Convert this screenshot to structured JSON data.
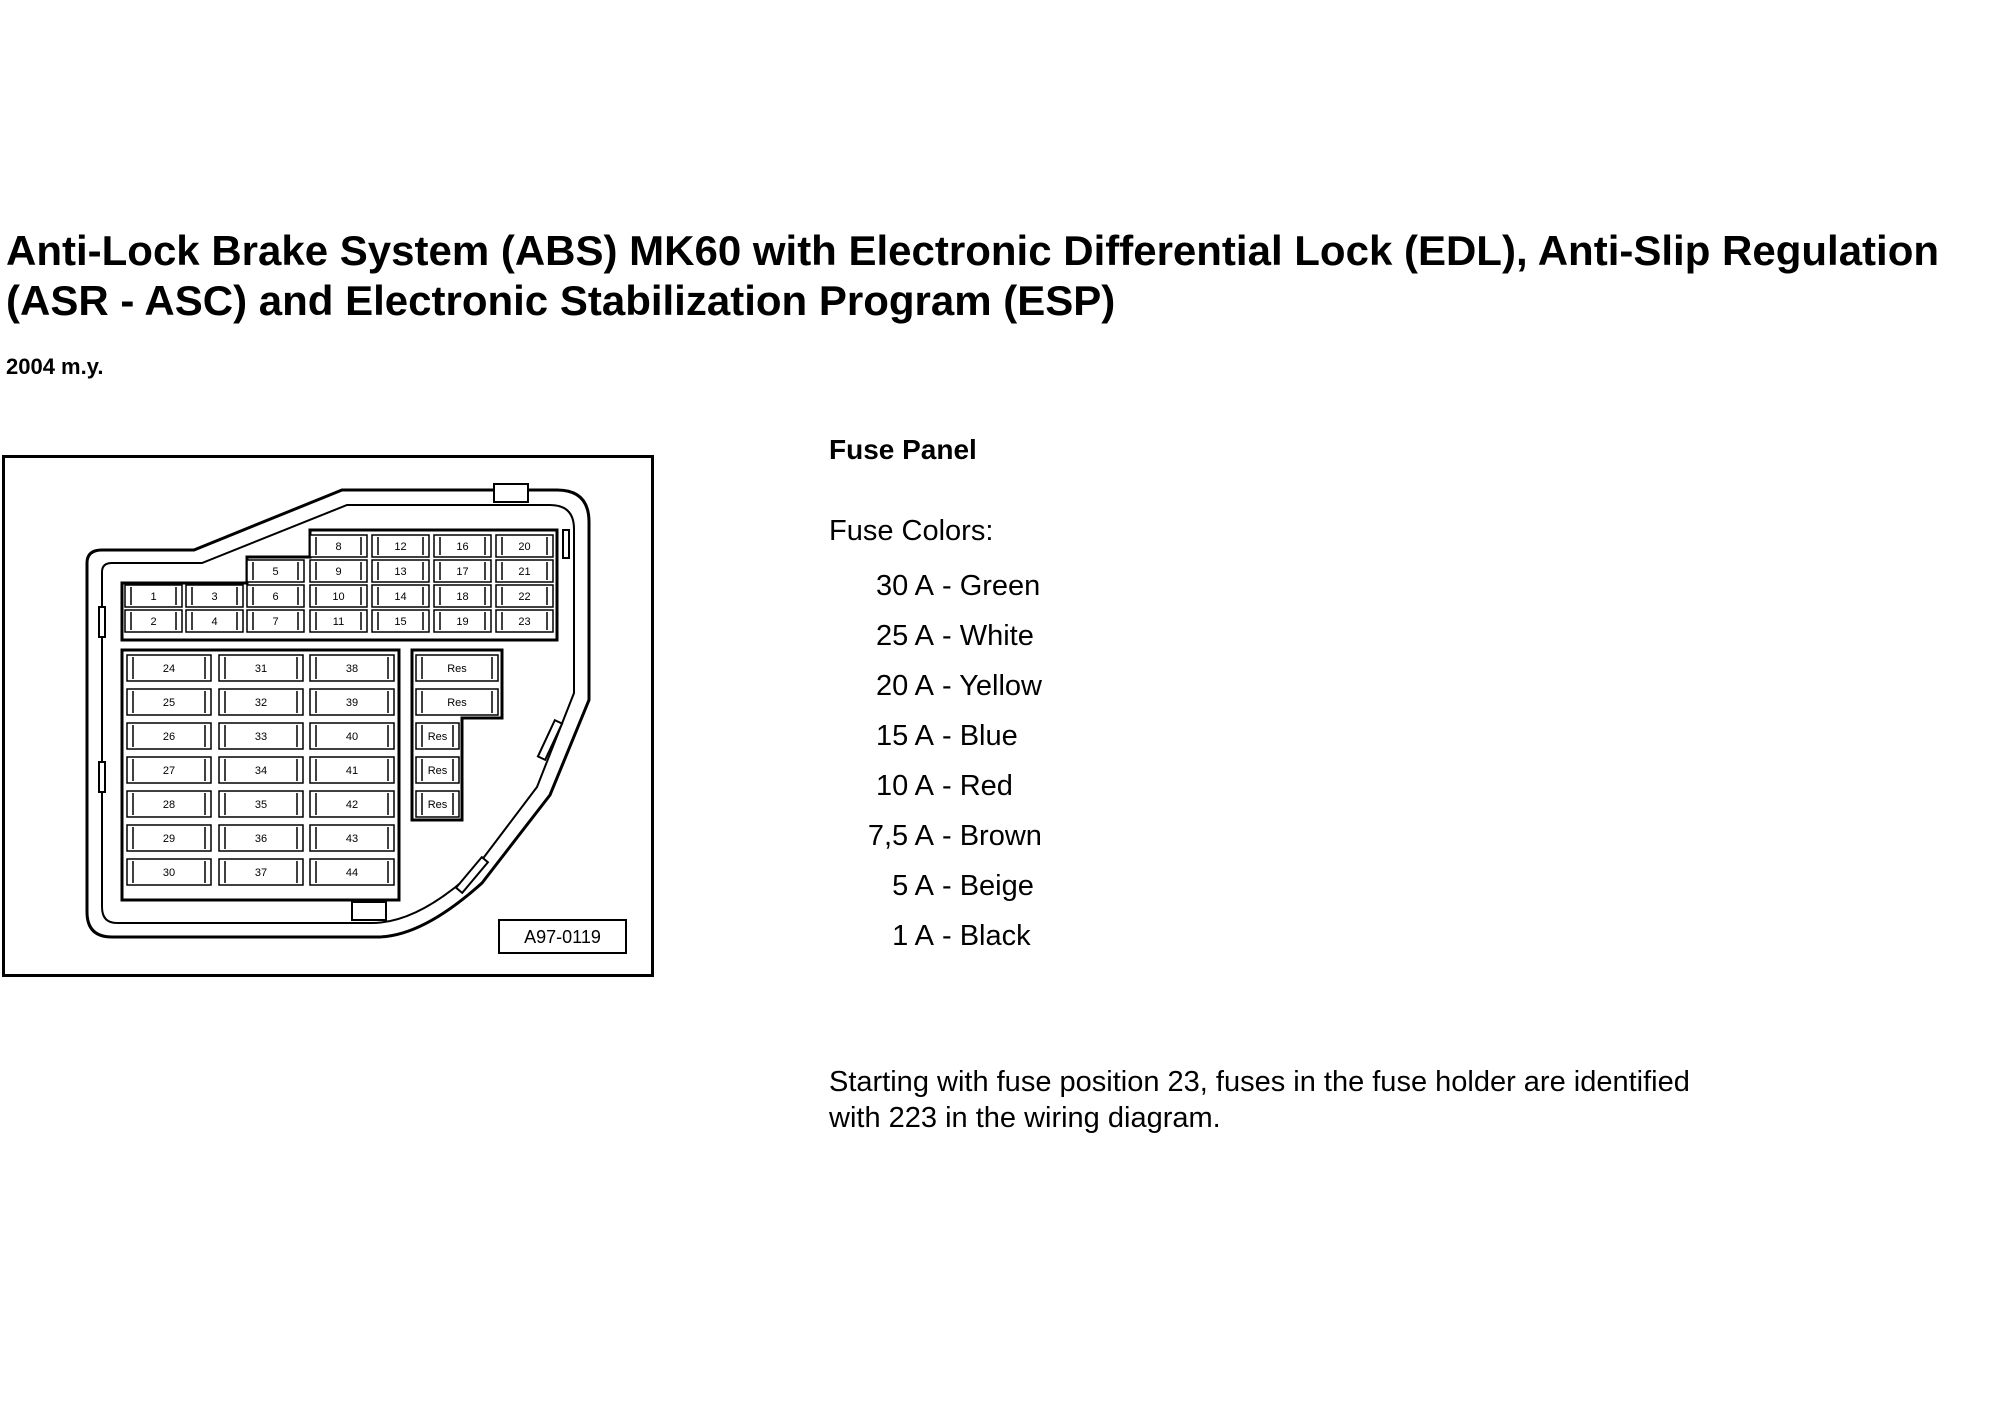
{
  "document": {
    "title_line1": "Anti-Lock Brake System (ABS) MK60 with Electronic Differential Lock (EDL), Anti-Slip Regulation",
    "title_line2": "(ASR - ASC) and Electronic Stabilization Program (ESP)",
    "model_year": "2004 m.y."
  },
  "diagram": {
    "figure_code": "A97-0119",
    "top_fuses": [
      "8",
      "12",
      "16",
      "20",
      "5",
      "9",
      "13",
      "17",
      "21",
      "1",
      "3",
      "6",
      "10",
      "14",
      "18",
      "22",
      "2",
      "4",
      "7",
      "11",
      "15",
      "19",
      "23"
    ],
    "lower_fuses": [
      "24",
      "31",
      "38",
      "25",
      "32",
      "39",
      "26",
      "33",
      "40",
      "27",
      "34",
      "41",
      "28",
      "35",
      "42",
      "29",
      "36",
      "43",
      "30",
      "37",
      "44"
    ],
    "reserve_slots": [
      "Res",
      "Res",
      "Res",
      "Res",
      "Res"
    ]
  },
  "fuse_panel": {
    "heading": "Fuse Panel",
    "colors_label": "Fuse Colors:",
    "colors": [
      {
        "amps": "30 A",
        "color": "- Green"
      },
      {
        "amps": "25 A",
        "color": "- White"
      },
      {
        "amps": "20 A",
        "color": "- Yellow"
      },
      {
        "amps": "15 A",
        "color": "- Blue"
      },
      {
        "amps": "10 A",
        "color": "- Red"
      },
      {
        "amps": "7,5 A",
        "color": "- Brown"
      },
      {
        "amps": "5 A",
        "color": "- Beige"
      },
      {
        "amps": "1 A",
        "color": "- Black"
      }
    ]
  },
  "note": {
    "line1": "Starting with fuse position 23, fuses in the fuse holder are identified",
    "line2": "with 223 in the wiring diagram."
  }
}
